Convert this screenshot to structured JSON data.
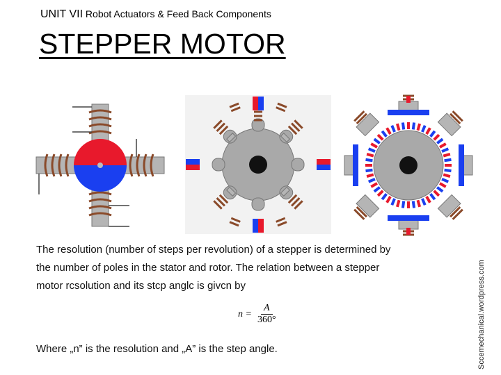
{
  "header": {
    "unit": "UNIT VII",
    "subtitle": " Robot Actuators & Feed Back Components"
  },
  "title": "STEPPER MOTOR",
  "body": {
    "line1": "The resolution (number of steps per revolution) of a stepper is determined by",
    "line2": "the number of poles in the stator and rotor. The relation between a stepper",
    "line3": "motor rcsolution and its stcp anglc is givcn by"
  },
  "formula": {
    "lhs": "n =",
    "numerator": "A",
    "denominator": "360°"
  },
  "where": "Where „n” is the resolution and „A” is the step angle.",
  "watermark": "Sccemechanical.wordpress.com",
  "colors": {
    "red": "#e8192c",
    "blue": "#1a3ff0",
    "gray": "#b5b5b5",
    "coil": "#8a4a2a"
  }
}
